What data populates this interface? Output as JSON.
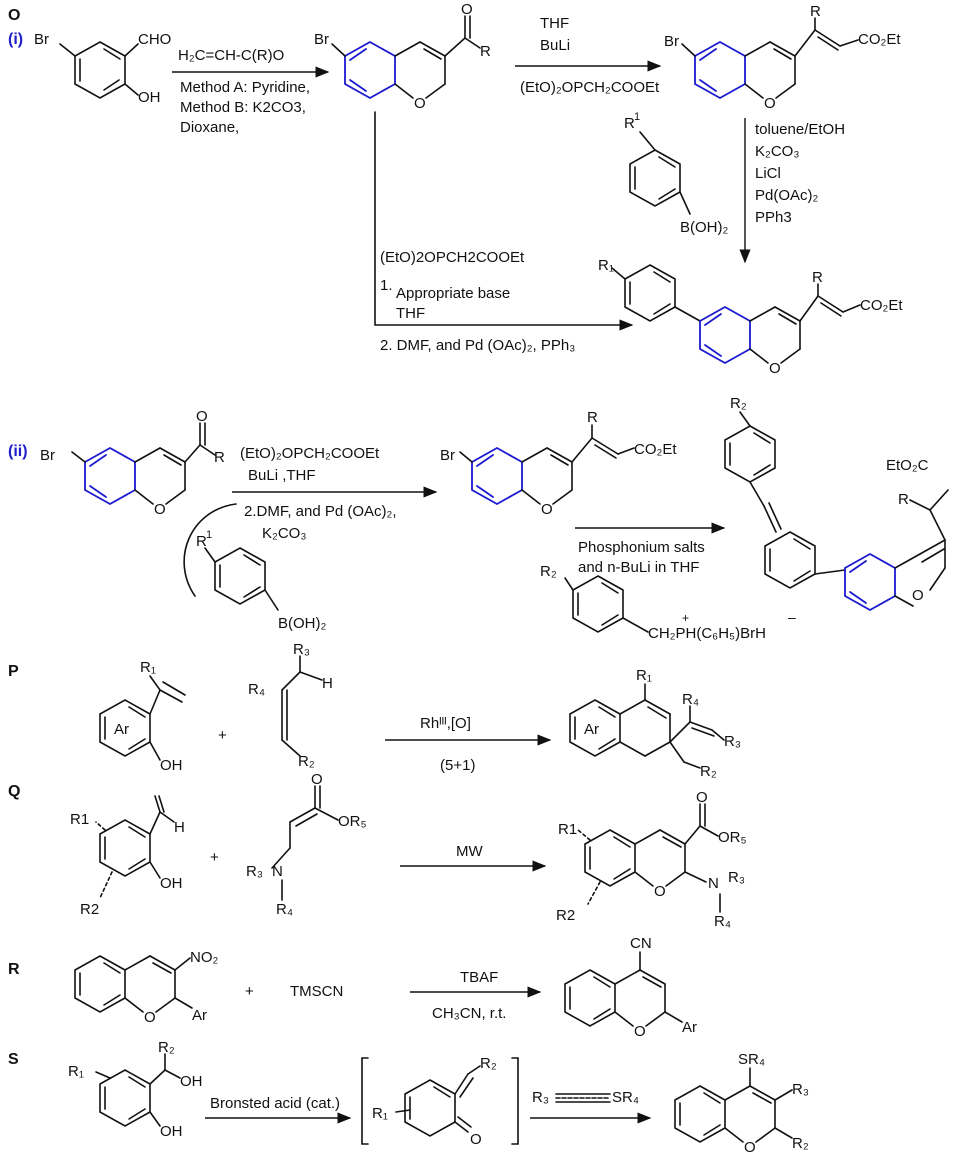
{
  "sections": {
    "O": "O",
    "P": "P",
    "Q": "Q",
    "R": "R",
    "S": "S",
    "O_i": "(i)",
    "O_ii": "(ii)"
  },
  "scheme_i": {
    "reagent_top": "H₂C=CH-C(R)O",
    "conditions": [
      "Method A: Pyridine,",
      "Method B: K2CO3,",
      "Dioxane,"
    ],
    "step_hwe_top": "THF",
    "step_hwe_mid": "BuLi",
    "step_hwe_bottom": "(EtO)₂OPCH₂COOEt",
    "suzuki_conditions": [
      "toluene/EtOH",
      "K₂CO₃",
      "LiCl",
      "Pd(OAc)₂",
      "PPh3"
    ],
    "boronic_acid": "B(OH)₂",
    "one_pot_reagent": "(EtO)2OPCH2COOEt",
    "one_pot_step1": "Appropriate base",
    "one_pot_step1_solvent": "THF",
    "one_pot_step2": "2. DMF, and Pd (OAc)₂, PPh₃"
  },
  "scheme_ii": {
    "reagent_1": "(EtO)₂OPCH₂COOEt",
    "reagent_2": "BuLi ,THF",
    "reagent_3": "2.DMF, and Pd (OAc)₂,",
    "reagent_4": "K₂CO₃",
    "boronic_acid": "B(OH)₂",
    "wittig_1": "Phosphonium salts",
    "wittig_2": "and n-BuLi in THF",
    "phosphonium": "CH₂PH(C₆H₅)BrH",
    "ester_label": "EtO₂C"
  },
  "scheme_P": {
    "conditions_top": "Rhᴵᴵᴵ,[O]",
    "conditions_bottom": "(5+1)"
  },
  "scheme_Q": {
    "conditions": "MW"
  },
  "scheme_R": {
    "reagent": "TMSCN",
    "conditions_top": "TBAF",
    "conditions_bottom": "CH₃CN, r.t."
  },
  "scheme_S": {
    "conditions": "Bronsted acid (cat.)"
  },
  "atoms": {
    "Br": "Br",
    "CHO": "CHO",
    "OH": "OH",
    "O": "O",
    "R": "R",
    "R1": "R1",
    "R2": "R2",
    "R1_sup": "R",
    "CO2Et": "CO₂Et",
    "Ar": "Ar",
    "H": "H",
    "N": "N",
    "OR5": "OR₅",
    "R1_sub": "R₁",
    "R2_sub": "R₂",
    "R3_sub": "R₃",
    "R4_sub": "R₄",
    "NO2": "NO₂",
    "CN": "CN",
    "SR4": "SR₄",
    "plus": "+"
  }
}
